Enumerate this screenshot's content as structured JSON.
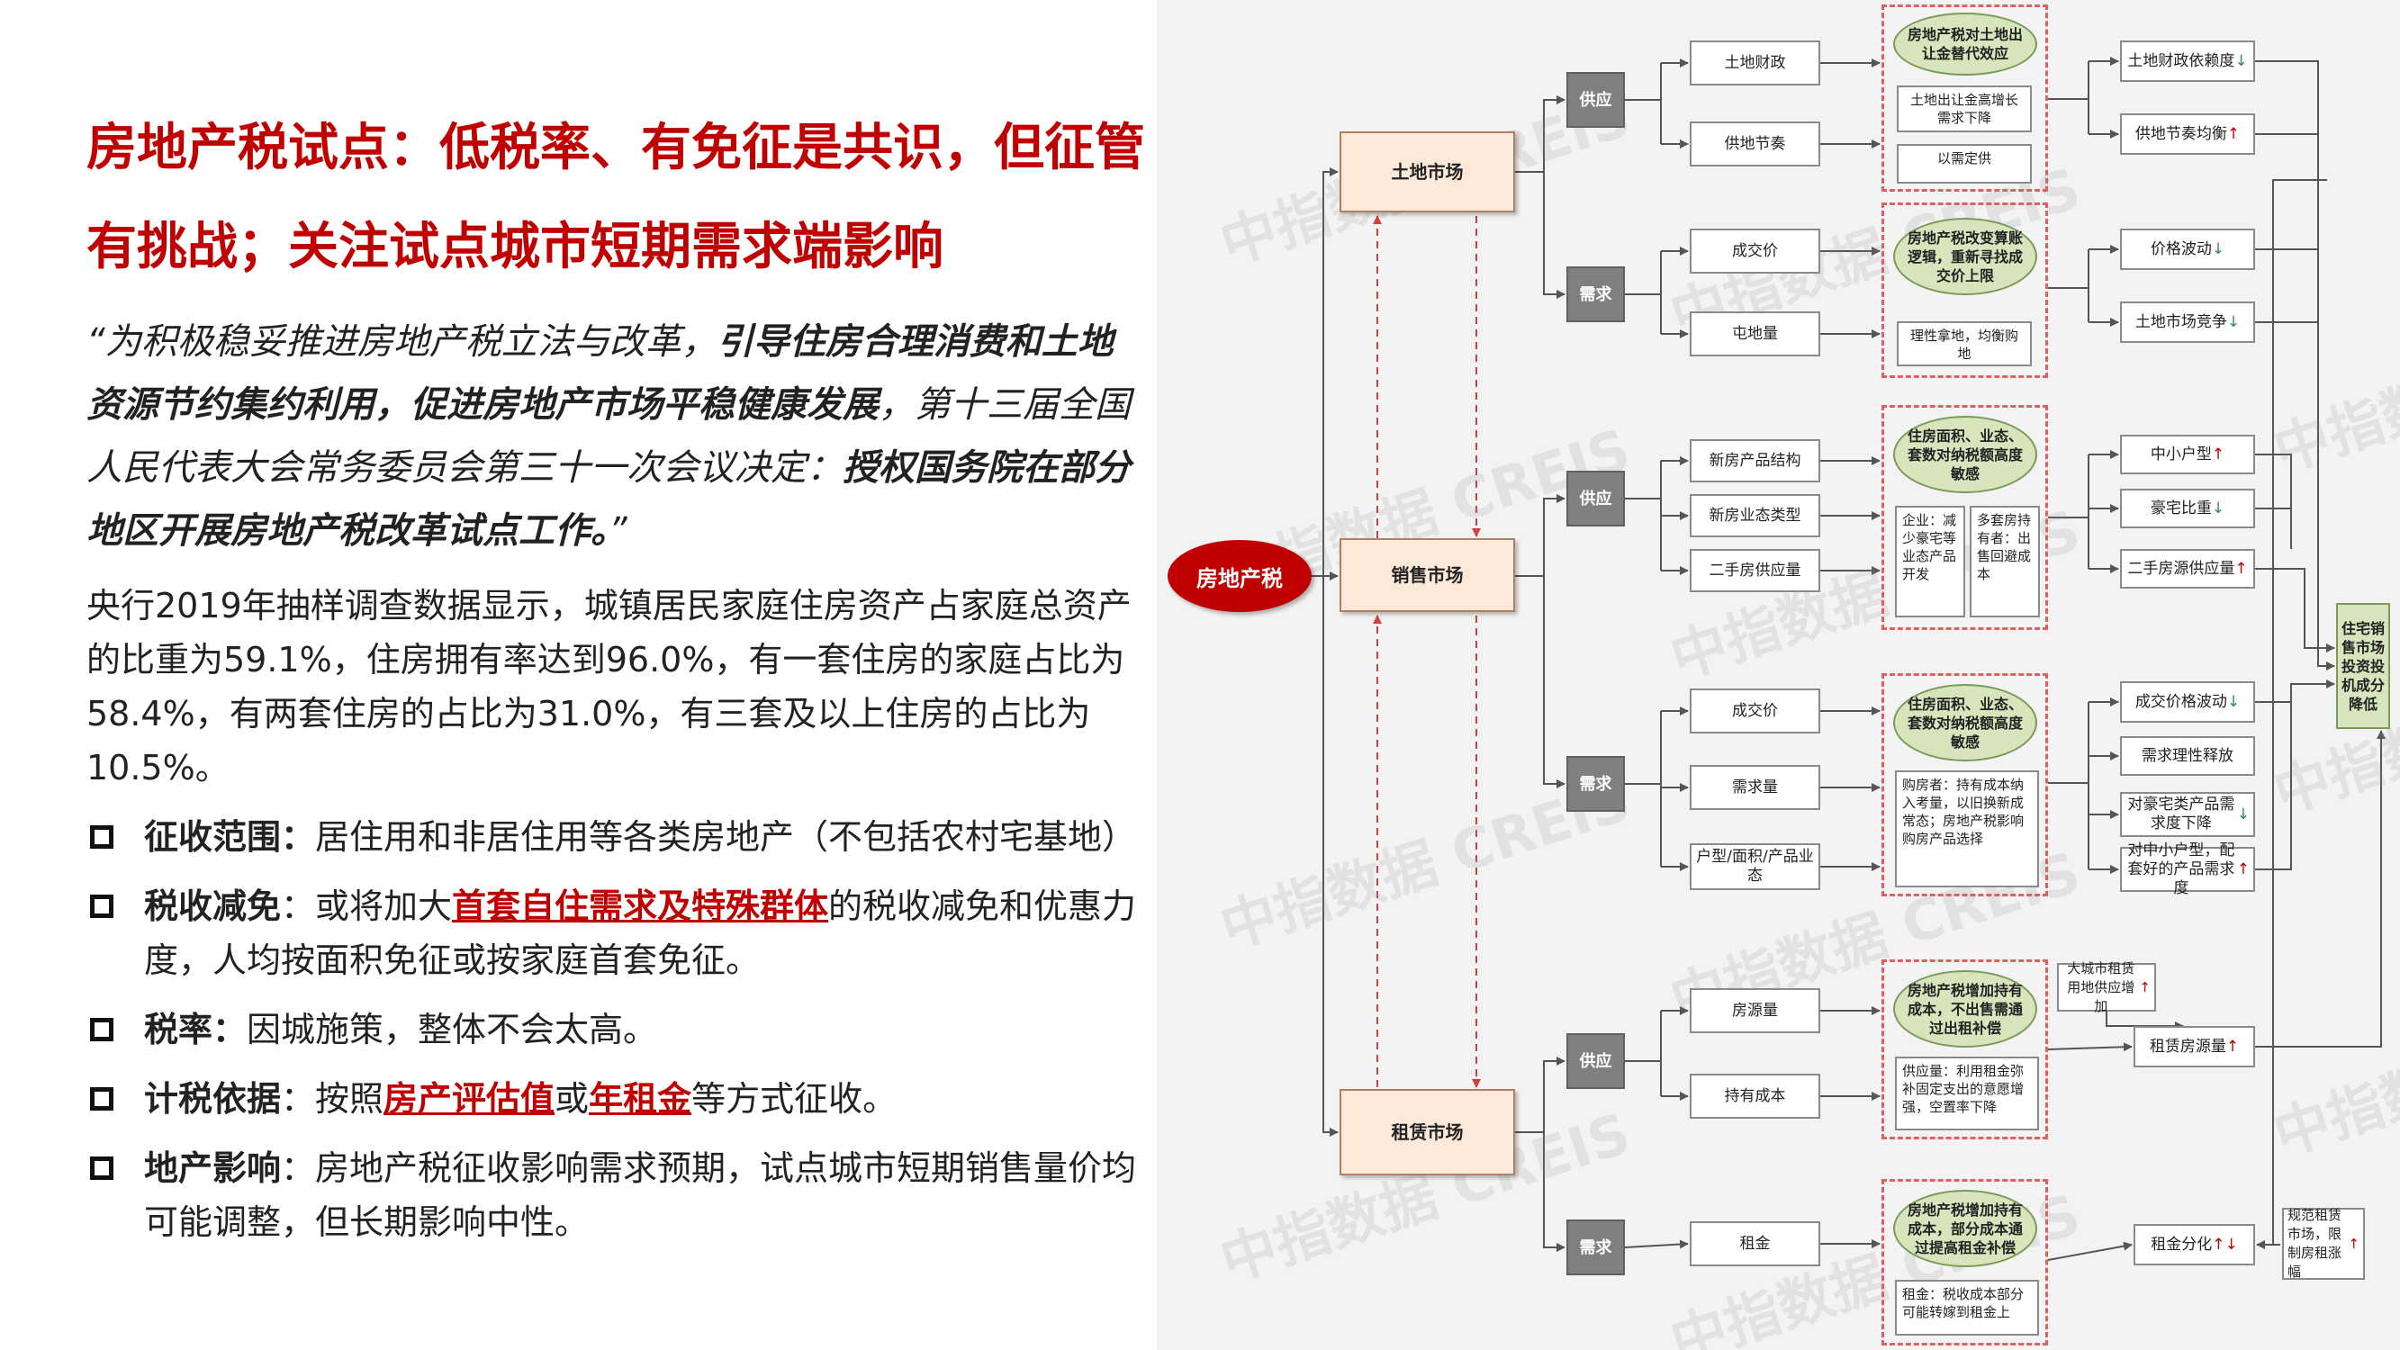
{
  "title": "房地产税试点：低税率、有免征是共识，但征管有挑战；关注试点城市短期需求端影响",
  "quote": {
    "p1": "“为积极稳妥推进房地产税立法与改革，",
    "b1": "引导住房合理消费和土地资源节约集约利用，促进房地产市场平稳健康发展",
    "p2": "，第十三届全国人民代表大会常务委员会第三十一次会议决定：",
    "b2": "授权国务院在部分地区开展房地产税改革试点工作。",
    "p3": "”"
  },
  "paragraph": "央行2019年抽样调查数据显示，城镇居民家庭住房资产占家庭总资产的比重为59.1%，住房拥有率达到96.0%，有一套住房的家庭占比为58.4%，有两套住房的占比为31.0%，有三套及以上住房的占比为10.5%。",
  "bullets": [
    {
      "label": "征收范围：",
      "t1": "居住用和非居住用等各类房地产（不包括农村宅基地）",
      "h1": "",
      "t2": "",
      "h2": "",
      "t3": ""
    },
    {
      "label": "税收减免",
      "t1": "：或将加大",
      "h1": "首套自住需求及特殊群体",
      "t2": "的税收减免和优惠力度，人均按面积免征或按家庭首套免征。",
      "h2": "",
      "t3": ""
    },
    {
      "label": "税率：",
      "t1": "因城施策，整体不会太高。",
      "h1": "",
      "t2": "",
      "h2": "",
      "t3": ""
    },
    {
      "label": "计税依据",
      "t1": "：按照",
      "h1": "房产评估值",
      "t2": "或",
      "h2": "年租金",
      "t3": "等方式征收。"
    },
    {
      "label": "地产影响",
      "t1": "：房地产税征收影响需求预期，试点城市短期销售量价均可能调整，但长期影响中性。",
      "h1": "",
      "t2": "",
      "h2": "",
      "t3": ""
    }
  ],
  "diagram": {
    "root": "房地产税",
    "markets": {
      "land": "土地市场",
      "sales": "销售市场",
      "rental": "租赁市场"
    },
    "supply": "供应",
    "demand": "需求",
    "land": {
      "supply_factors": [
        "土地财政",
        "供地节奏"
      ],
      "supply_ellipse": "房地产税对土地出让金替代效应",
      "supply_notes": [
        "土地出让金高增长需求下降",
        "以需定供"
      ],
      "demand_factors": [
        "成交价",
        "屯地量"
      ],
      "demand_ellipse": "房地产税改变算账逻辑，重新寻找成交价上限",
      "demand_note": "理性拿地，均衡购地",
      "outcomes": [
        {
          "text": "土地财政依赖度",
          "arrow": "↓",
          "dir": "dn"
        },
        {
          "text": "供地节奏均衡",
          "arrow": "↑",
          "dir": "up"
        },
        {
          "text": "价格波动",
          "arrow": "↓",
          "dir": "dn"
        },
        {
          "text": "土地市场竞争",
          "arrow": "↓",
          "dir": "dn"
        }
      ]
    },
    "sales": {
      "supply_factors": [
        "新房产品结构",
        "新房业态类型",
        "二手房供应量"
      ],
      "supply_ellipse": "住房面积、业态、套数对纳税额高度敏感",
      "supply_notes": [
        "企业：减少豪宅等业态产品开发",
        "多套房持有者：出售回避成本"
      ],
      "demand_factors": [
        "成交价",
        "需求量",
        "户型/面积/产品业态"
      ],
      "demand_ellipse": "住房面积、业态、套数对纳税额高度敏感",
      "demand_note": "购房者：持有成本纳入考量，以旧换新成常态；房地产税影响购房产品选择",
      "outcomes": [
        {
          "text": "中小户型",
          "arrow": "↑",
          "dir": "up"
        },
        {
          "text": "豪宅比重",
          "arrow": "↓",
          "dir": "dn"
        },
        {
          "text": "二手房源供应量",
          "arrow": "↑",
          "dir": "up"
        },
        {
          "text": "成交价格波动",
          "arrow": "↓",
          "dir": "dn"
        },
        {
          "text": "需求理性释放",
          "arrow": "",
          "dir": ""
        },
        {
          "text": "对豪宅类产品需求度下降",
          "arrow": "↓",
          "dir": "dn"
        },
        {
          "text": "对中小户型，配套好的产品需求度",
          "arrow": "↑",
          "dir": "up"
        }
      ],
      "final": "住宅销售市场投资投机成分降低"
    },
    "rental": {
      "supply_factors": [
        "房源量",
        "持有成本"
      ],
      "supply_ellipse": "房地产税增加持有成本，不出售需通过出租补偿",
      "supply_note": "供应量：利用租金弥补固定支出的意愿增强，空置率下降",
      "demand_factors": [
        "租金"
      ],
      "demand_ellipse": "房地产税增加持有成本，部分成本通过提高租金补偿",
      "demand_note": "租金：税收成本部分可能转嫁到租金上",
      "outcomes": [
        {
          "text": "大城市租赁用地供应增加",
          "arrow": "↑",
          "dir": "up"
        },
        {
          "text": "租赁房源量",
          "arrow": "↑",
          "dir": "up"
        },
        {
          "text": "租金分化",
          "arrow": "↑↓",
          "dir": "mix"
        },
        {
          "text": "规范租赁市场，限制房租涨幅",
          "arrow": "↑",
          "dir": "up"
        }
      ]
    },
    "watermark": "中指数据 CREIS"
  },
  "colors": {
    "accent": "#c00000",
    "market_fill": "#fde9d9",
    "ellipse_fill": "#d8e4bc",
    "sd_fill": "#808080"
  }
}
